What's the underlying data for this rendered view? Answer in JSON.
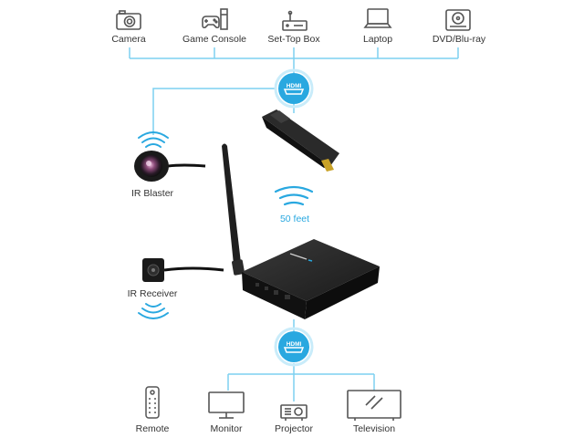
{
  "colors": {
    "line": "#7dd0f0",
    "accent": "#29a8e0",
    "icon": "#555555",
    "device": "#1f1f1f"
  },
  "sources": [
    {
      "label": "Camera",
      "icon": "camera-icon"
    },
    {
      "label": "Game Console",
      "icon": "game-console-icon"
    },
    {
      "label": "Set-Top Box",
      "icon": "set-top-box-icon"
    },
    {
      "label": "Laptop",
      "icon": "laptop-icon"
    },
    {
      "label": "DVD/Blu-ray",
      "icon": "dvd-icon"
    }
  ],
  "hdmi_badge": "HDMI",
  "ir_blaster": "IR Blaster",
  "distance": "50 feet",
  "ir_receiver": "IR Receiver",
  "remote": {
    "label": "Remote",
    "icon": "remote-icon"
  },
  "displays": [
    {
      "label": "Monitor",
      "icon": "monitor-icon"
    },
    {
      "label": "Projector",
      "icon": "projector-icon"
    },
    {
      "label": "Television",
      "icon": "television-icon"
    }
  ]
}
